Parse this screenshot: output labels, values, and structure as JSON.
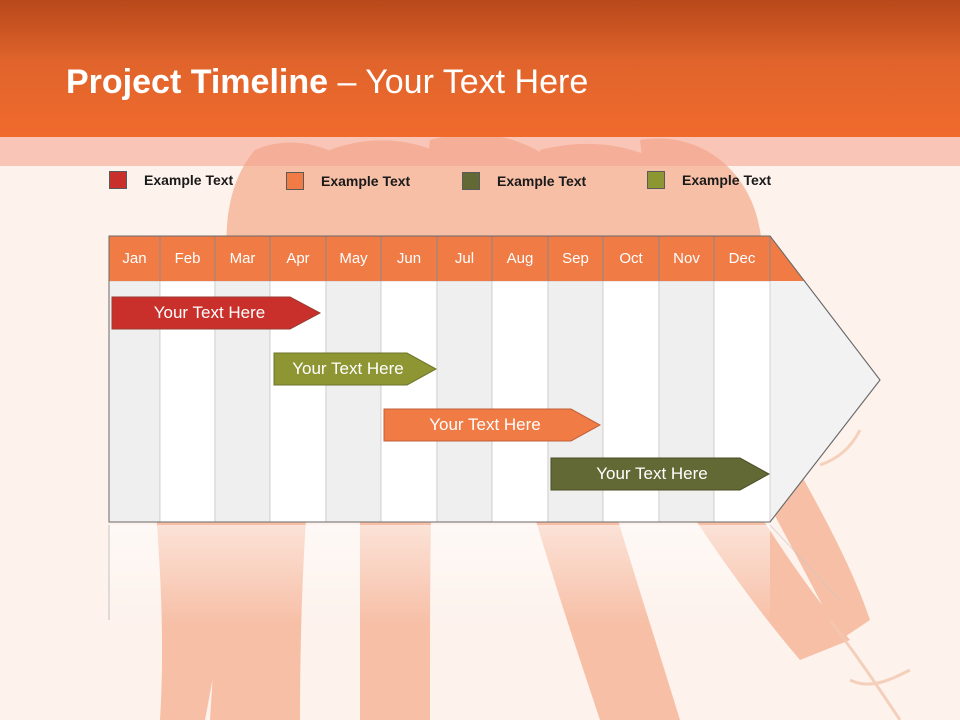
{
  "title": {
    "bold": "Project Timeline",
    "rest": " – Your Text Here"
  },
  "legend": [
    {
      "label": "Example Text",
      "color": "#c9302c"
    },
    {
      "label": "Example Text",
      "color": "#f07b45"
    },
    {
      "label": "Example Text",
      "color": "#636934"
    },
    {
      "label": "Example Text",
      "color": "#8e9634"
    }
  ],
  "months": [
    "Jan",
    "Feb",
    "Mar",
    "Apr",
    "May",
    "Jun",
    "Jul",
    "Aug",
    "Sep",
    "Oct",
    "Nov",
    "Dec"
  ],
  "bars": [
    {
      "label": "Your  Text Here",
      "color": "#c9302c"
    },
    {
      "label": "Your  Text Here",
      "color": "#8e9634"
    },
    {
      "label": "Your  Text Here",
      "color": "#f07b45"
    },
    {
      "label": "Your  Text Here",
      "color": "#636934"
    }
  ],
  "colors": {
    "header": "#f06a2c",
    "month_header": "#f07b45"
  }
}
